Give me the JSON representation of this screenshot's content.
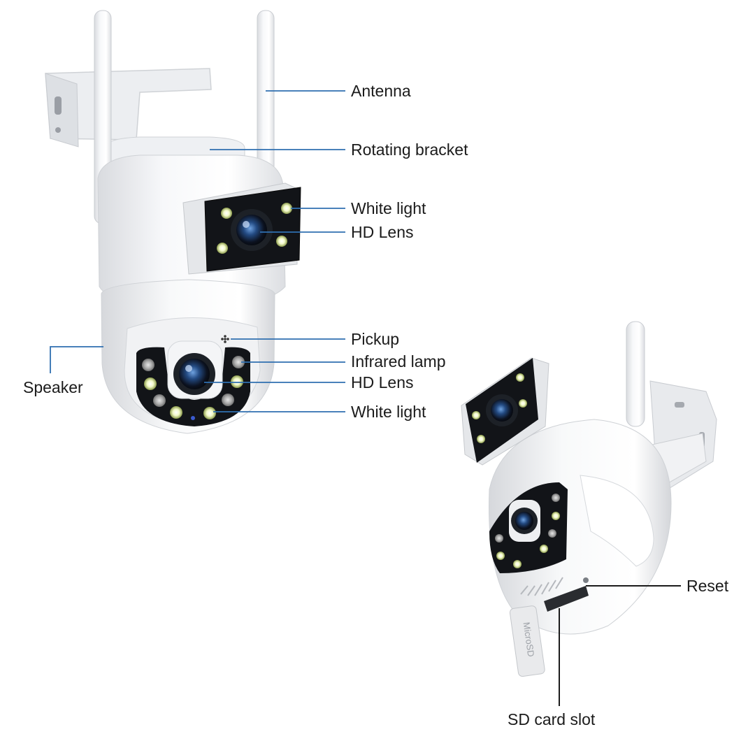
{
  "labels": {
    "antenna": "Antenna",
    "rotating_bracket": "Rotating bracket",
    "white_light_top": "White light",
    "hd_lens_top": "HD Lens",
    "pickup": "Pickup",
    "infrared_lamp": "Infrared lamp",
    "hd_lens_bottom": "HD Lens",
    "white_light_bottom": "White light",
    "speaker": "Speaker",
    "reset": "Reset",
    "sd_card_slot": "SD card slot"
  },
  "card_text": "MicroSD",
  "colors": {
    "leader_line": "#2f6fb0",
    "leader_line_dark": "#1b1b1b",
    "body_white": "#f4f5f7",
    "lens_black": "#121418",
    "lens_blue": "#2a4f86",
    "white_led": "#eef7c8",
    "ir_led": "#b8b8b8"
  }
}
